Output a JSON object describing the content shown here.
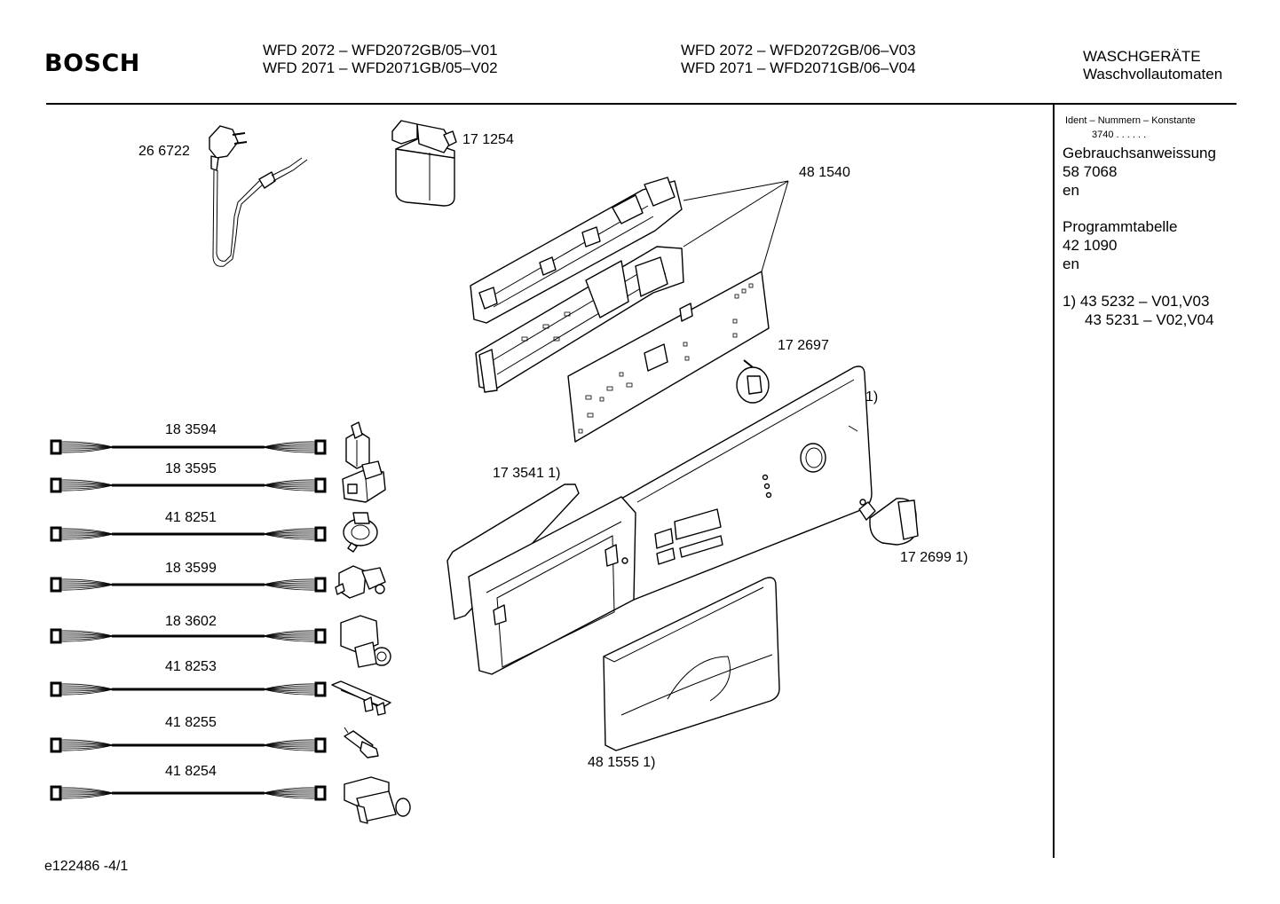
{
  "header": {
    "brand": "BOSCH",
    "models_col1": [
      "WFD 2072 – WFD2072GB/05–V01",
      "WFD 2071 – WFD2071GB/05–V02"
    ],
    "models_col2": [
      "WFD 2072 – WFD2072GB/06–V03",
      "WFD 2071 – WFD2071GB/06–V04"
    ],
    "category": [
      "WASCHGERÄTE",
      "Waschvollautomaten"
    ]
  },
  "sidebar": {
    "ident_label": "Ident – Nummern – Konstante",
    "ident_value": "3740  .  .  .  .  .  .",
    "manual_title": "Gebrauchsanweissung",
    "manual_number": "58 7068",
    "manual_lang": "en",
    "program_title": "Programmtabelle",
    "program_number": "42 1090",
    "program_lang": "en",
    "footnote_1": "1)  43 5232 – V01,V03",
    "footnote_2": "43 5231 – V02,V04"
  },
  "parts": {
    "power_cord": "26 6722",
    "filter": "17 1254",
    "module_housing": "48 1540",
    "knob_small": "17 2697",
    "fascia": "1)",
    "gasket": "17 3541 1)",
    "knob_large": "17 2699 1)",
    "drawer_handle": "48 1555 1)"
  },
  "cables": [
    {
      "label": "18 3594",
      "part": "switch"
    },
    {
      "label": "18 3595",
      "part": "door-lock"
    },
    {
      "label": "41 8251",
      "part": "pressure-switch"
    },
    {
      "label": "18 3599",
      "part": "valve"
    },
    {
      "label": "18 3602",
      "part": "pump"
    },
    {
      "label": "41 8253",
      "part": "heater"
    },
    {
      "label": "41 8255",
      "part": "sensor"
    },
    {
      "label": "41 8254",
      "part": "motor"
    }
  ],
  "footer": {
    "code": "e122486   -4/1"
  }
}
